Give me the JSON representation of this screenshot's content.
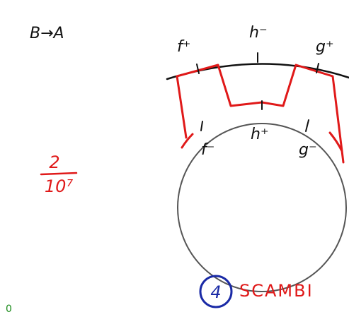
{
  "title": "B→A",
  "fraction": {
    "numerator": "2",
    "denominator": "10⁷"
  },
  "labels": {
    "f_plus": "f⁺",
    "h_minus": "h⁻",
    "g_plus": "g⁺",
    "f_minus": "f⁻",
    "h_plus": "h⁺",
    "g_minus": "g⁻"
  },
  "note": {
    "circled_number": "4",
    "text": "SCAMBI"
  },
  "corner_mark": "0",
  "colors": {
    "ink_black": "#111111",
    "ink_red": "#e01919",
    "ink_blue": "#1a2aa6",
    "ink_green": "#1a8a1a",
    "circle_gray": "#555555"
  }
}
